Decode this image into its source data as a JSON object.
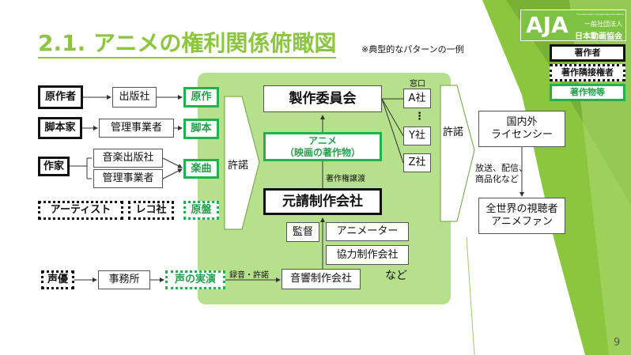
{
  "title": "2.1. アニメの権利関係俯瞰図",
  "note": "※典型的なパターンの一例",
  "logo": {
    "text": "AJA",
    "sub_en": "The Association of Japanese Animations",
    "sub_jp1": "一般社団法人",
    "sub_jp2": "日本動画協会"
  },
  "legend": {
    "author": "著作者",
    "neighboring": "著作隣接権者",
    "work": "著作物等"
  },
  "colors": {
    "accent": "#8cc63f",
    "work_border": "#22b14c",
    "panel": "#b7e08c"
  },
  "left": {
    "original_author": "原作者",
    "publisher": "出版社",
    "original_work": "原作",
    "scriptwriter": "脚本家",
    "script_manager": "管理事業者",
    "script": "脚本",
    "composer": "作家",
    "music_publisher": "音楽出版社",
    "music_manager": "管理事業者",
    "music": "楽曲",
    "artist": "アーティスト",
    "record_label": "レコ社",
    "master": "原盤",
    "voice_actor": "声優",
    "agency": "事務所",
    "performance": "声の実演"
  },
  "center": {
    "license_left": "許諾",
    "committee": "製作委員会",
    "window_label": "窓口",
    "company_a": "A社",
    "ellipsis": "⋮",
    "company_y": "Y社",
    "company_z": "Z社",
    "anime_line1": "アニメ",
    "anime_line2": "（映画の著作物）",
    "transfer": "著作権譲渡",
    "prime_studio": "元請制作会社",
    "director": "監督",
    "animator": "アニメーター",
    "partner_studio": "協力制作会社",
    "sound_studio": "音響制作会社",
    "etc": "など",
    "recording": "録音・許諾"
  },
  "right": {
    "license_right": "許諾",
    "licensee_line1": "国内外",
    "licensee_line2": "ライセンシー",
    "uses_line1": "放送、配信、",
    "uses_line2": "商品化など",
    "viewers_line1": "全世界の視聴者",
    "viewers_line2": "アニメファン"
  },
  "page_number": "9"
}
